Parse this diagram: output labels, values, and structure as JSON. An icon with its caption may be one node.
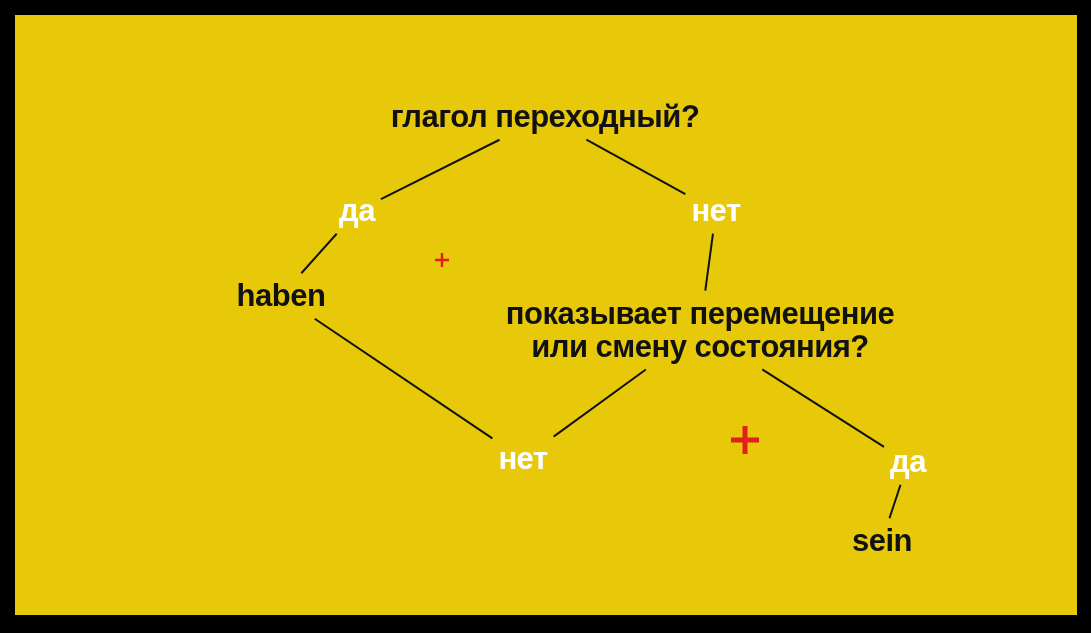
{
  "diagram": {
    "nodes": [
      {
        "text": [
          "глагол переходный?"
        ]
      },
      {
        "text": [
          "да"
        ]
      },
      {
        "text": [
          "нет"
        ]
      },
      {
        "text": [
          "haben"
        ]
      },
      {
        "text": [
          "показывает перемещение или смену состояния?"
        ]
      },
      {
        "text": [
          "нет"
        ]
      },
      {
        "text": [
          "да"
        ]
      },
      {
        "text": [
          "sein"
        ]
      }
    ],
    "edges": [
      {
        "from": 0,
        "to": 1,
        "arrow": "none"
      },
      {
        "from": 1,
        "to": 3,
        "arrow": "none"
      },
      {
        "from": 0,
        "to": 2,
        "arrow": "none"
      },
      {
        "from": 2,
        "to": 4,
        "arrow": "none"
      },
      {
        "from": 3,
        "to": 5,
        "arrow": "none"
      },
      {
        "from": 4,
        "to": 5,
        "arrow": "none"
      },
      {
        "from": 4,
        "to": 6,
        "arrow": "none"
      },
      {
        "from": 6,
        "to": 7,
        "arrow": "none"
      }
    ]
  }
}
